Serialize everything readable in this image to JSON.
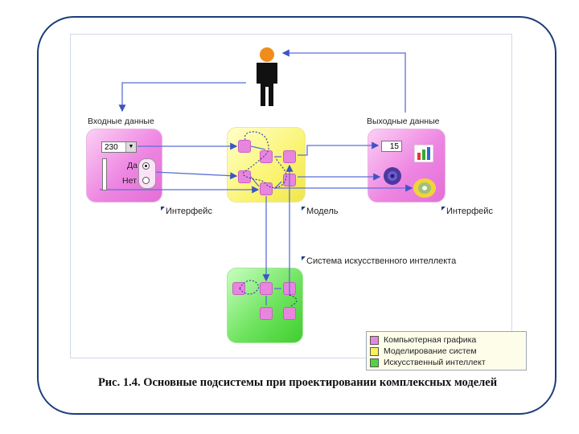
{
  "diagram": {
    "labels": {
      "input_data": "Входные данные",
      "output_data": "Выходные данные",
      "interface_left": "Интерфейс",
      "model": "Модель",
      "interface_right": "Интерфейс",
      "ai_system": "Система искусственного интеллекта"
    },
    "input_panel": {
      "combo_value": "230",
      "radio_yes": "Да",
      "radio_no": "Нет",
      "selected_option": "Да"
    },
    "output_panel": {
      "field_value": "15"
    },
    "icons": [
      "person-icon",
      "bar-chart-icon",
      "speaker-icon",
      "cd-disc-icon"
    ],
    "legend": [
      {
        "label": "Компьютерная графика",
        "color": "#e886df"
      },
      {
        "label": "Моделирование систем",
        "color": "#f7f25c"
      },
      {
        "label": "Искусственный интеллект",
        "color": "#4fd63e"
      }
    ],
    "caption": "Рис. 1.4. Основные подсистемы при проектировании комплексных моделей"
  }
}
